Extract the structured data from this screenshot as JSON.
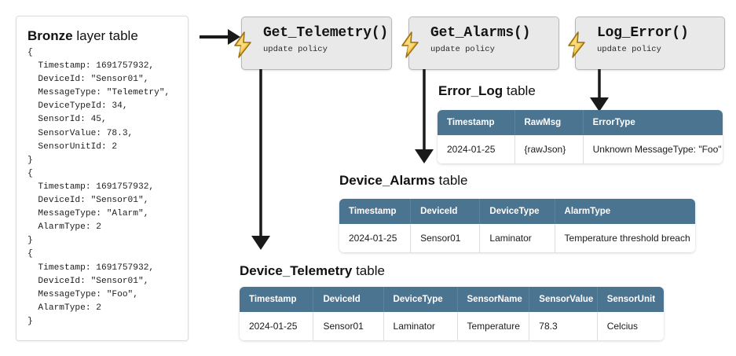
{
  "bronze_panel": {
    "title_bold": "Bronze",
    "title_rest": " layer table",
    "records_text": "{\n  Timestamp: 1691757932,\n  DeviceId: \"Sensor01\",\n  MessageType: \"Telemetry\",\n  DeviceTypeId: 34,\n  SensorId: 45,\n  SensorValue: 78.3,\n  SensorUnitId: 2\n}\n{\n  Timestamp: 1691757932,\n  DeviceId: \"Sensor01\",\n  MessageType: \"Alarm\",\n  AlarmType: 2\n}\n{\n  Timestamp: 1691757932,\n  DeviceId: \"Sensor01\",\n  MessageType: \"Foo\",\n  AlarmType: 2\n}"
  },
  "functions": [
    {
      "name": "Get_Telemetry()",
      "subtitle": "update policy",
      "icon": "lightning-bolt-icon"
    },
    {
      "name": "Get_Alarms()",
      "subtitle": "update policy",
      "icon": "lightning-bolt-icon"
    },
    {
      "name": "Log_Error()",
      "subtitle": "update policy",
      "icon": "lightning-bolt-icon"
    }
  ],
  "tables": {
    "error_log": {
      "title_bold": "Error_Log",
      "title_rest": " table",
      "columns": [
        "Timestamp",
        "RawMsg",
        "ErrorType"
      ],
      "rows": [
        [
          "2024-01-25",
          "{rawJson}",
          "Unknown MessageType: \"Foo\""
        ]
      ]
    },
    "device_alarms": {
      "title_bold": "Device_Alarms",
      "title_rest": " table",
      "columns": [
        "Timestamp",
        "DeviceId",
        "DeviceType",
        "AlarmType"
      ],
      "rows": [
        [
          "2024-01-25",
          "Sensor01",
          "Laminator",
          "Temperature threshold breach"
        ]
      ]
    },
    "device_telemetry": {
      "title_bold": "Device_Telemetry",
      "title_rest": " table",
      "columns": [
        "Timestamp",
        "DeviceId",
        "DeviceType",
        "SensorName",
        "SensorValue",
        "SensorUnit"
      ],
      "rows": [
        [
          "2024-01-25",
          "Sensor01",
          "Laminator",
          "Temperature",
          "78.3",
          "Celcius"
        ]
      ]
    }
  },
  "colors": {
    "table_header": "#4a7490",
    "function_box": "#e9e9e9",
    "bolt_fill": "#f2c14a",
    "arrow": "#1a1a1a"
  }
}
